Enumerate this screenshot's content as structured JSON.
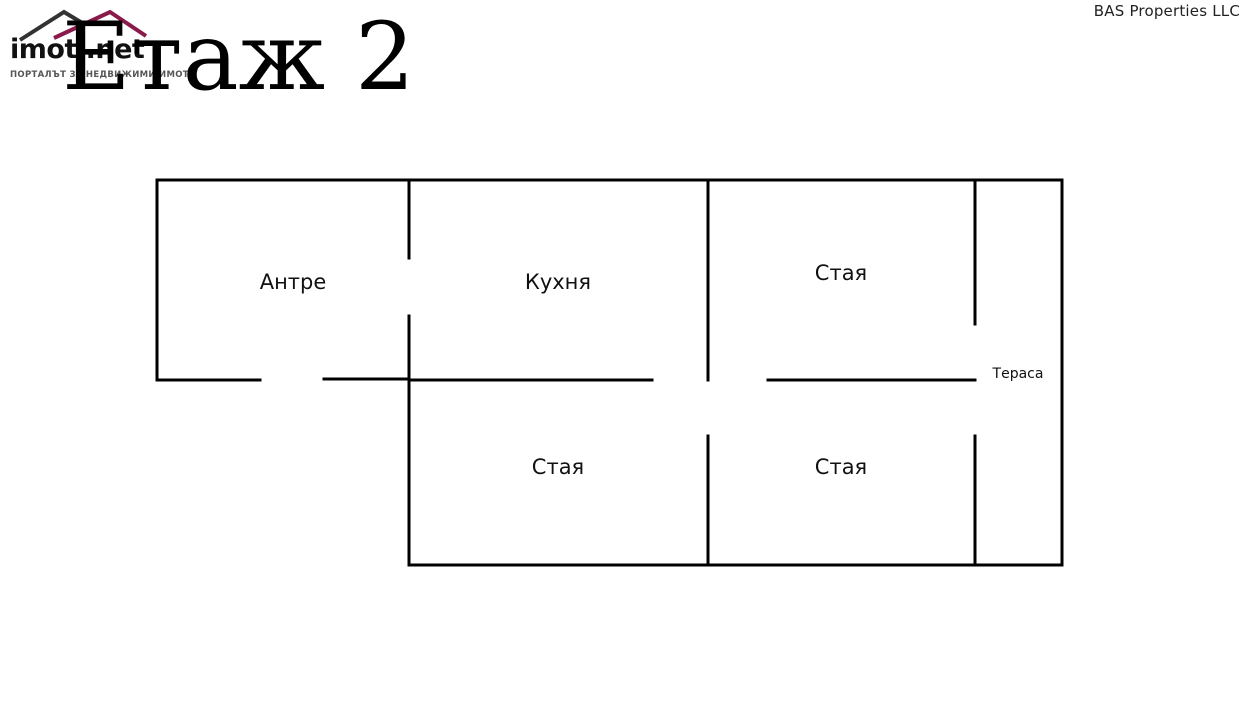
{
  "header": {
    "agency_name": "BAS Properties LLC",
    "floor_title": "Етаж 2"
  },
  "watermark": {
    "logo_text": "imoti.net",
    "tagline": "ПОРТАЛЪТ ЗА НЕДВИЖИМИ ИМОТИ",
    "accent_color": "#8a1a4a"
  },
  "floorplan": {
    "wall_color": "#000000",
    "rooms": {
      "entrance": "Антре",
      "kitchen": "Кухня",
      "room_top_right": "Стая",
      "room_bottom_left": "Стая",
      "room_bottom_right": "Стая",
      "terrace": "Тераса"
    }
  }
}
